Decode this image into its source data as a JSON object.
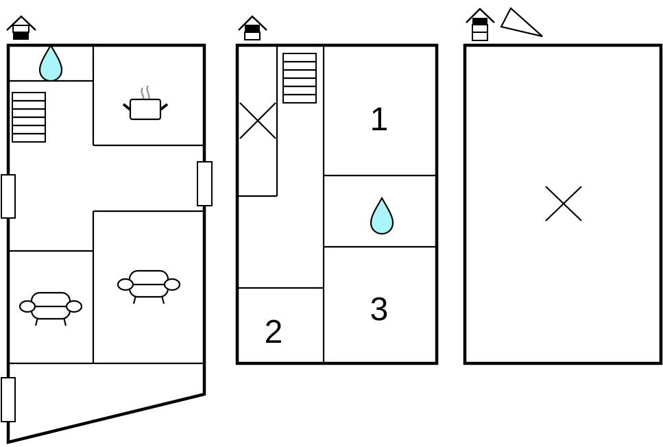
{
  "title": "Floor plan",
  "colors": {
    "water": "#aaf5fa",
    "line": "#000000",
    "steam": "#999999"
  },
  "floors": [
    {
      "name": "ground-floor",
      "icon": "house-level-ground-icon",
      "rooms": [
        "bathroom",
        "kitchen",
        "hall-stairs",
        "living-room",
        "living-room-2",
        "terrace"
      ]
    },
    {
      "name": "first-floor",
      "icon": "house-level-first-icon",
      "room_labels": [
        "1",
        "2",
        "3"
      ]
    },
    {
      "name": "attic",
      "icon": "house-level-attic-icon"
    }
  ]
}
